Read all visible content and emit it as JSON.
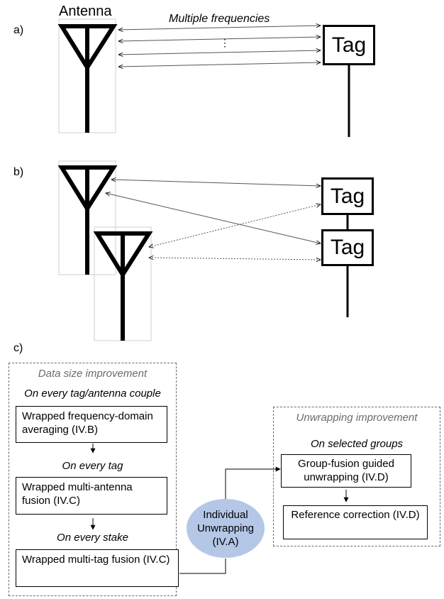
{
  "panel_labels": {
    "a": "a)",
    "b": "b)",
    "c": "c)"
  },
  "panel_a": {
    "antenna_label": "Antenna",
    "frequencies_label": "Multiple frequencies",
    "ellipsis": "⋮",
    "tag_label": "Tag"
  },
  "panel_b": {
    "tag_top_label": "Tag",
    "tag_bottom_label": "Tag"
  },
  "panel_c": {
    "data_size": {
      "title": "Data size improvement",
      "scope_couple": "On every tag/antenna couple",
      "step1": "Wrapped frequency-domain averaging (IV.B)",
      "scope_tag": "On every tag",
      "step2": "Wrapped multi-antenna fusion (IV.C)",
      "scope_stake": "On every stake",
      "step3": "Wrapped multi-tag fusion (IV.C)"
    },
    "individual": "Individual Unwrapping (IV.A)",
    "unwrapping": {
      "title": "Unwrapping improvement",
      "scope_groups": "On selected groups",
      "step1": "Group-fusion guided unwrapping (IV.D)",
      "step2": "Reference correction (IV.D)"
    },
    "colors": {
      "circle_fill": "#b4c7e7",
      "dashed_border": "#6b6b6b"
    }
  }
}
